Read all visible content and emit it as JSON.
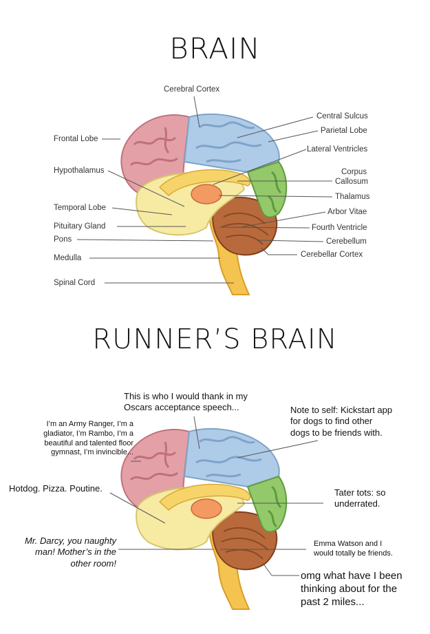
{
  "diagram_1": {
    "title": "BRAIN",
    "labels": {
      "cerebral_cortex": "Cerebral Cortex",
      "frontal_lobe": "Frontal Lobe",
      "hypothalamus": "Hypothalamus",
      "temporal_lobe": "Temporal Lobe",
      "pituitary_gland": "Pituitary Gland",
      "pons": "Pons",
      "medulla": "Medulla",
      "spinal_cord": "Spinal Cord",
      "central_sulcus": "Central Sulcus",
      "parietal_lobe": "Parietal Lobe",
      "lateral_ventricles": "Lateral Ventricles",
      "corpus": "Corpus",
      "callosum": "Callosum",
      "thalamus": "Thalamus",
      "arbor_vitae": "Arbor Vitae",
      "fourth_ventricle": "Fourth Ventricle",
      "cerebellum": "Cerebellum",
      "cerebellar_cortex": "Cerebellar Cortex"
    }
  },
  "diagram_2": {
    "title": "RUNNER’S BRAIN",
    "captions": {
      "oscars": [
        "This is who I would thank in my",
        "Oscars acceptance speech..."
      ],
      "kickstart": [
        "Note to self: Kickstart app",
        "for dogs to find other",
        "dogs to be friends with."
      ],
      "army_ranger": [
        "I’m an Army Ranger, I’m a",
        "gladiator, I’m Rambo, I’m a",
        "beautiful and talented floor",
        "gymnast, I’m invincible..."
      ],
      "hotdog": "Hotdog. Pizza. Poutine.",
      "tater_tots": [
        "Tater tots: so",
        "underrated."
      ],
      "darcy": [
        "Mr. Darcy, you naughty",
        "man! Mother’s in the",
        "other room!"
      ],
      "emma_watson": [
        "Emma Watson and I",
        "would totally be friends."
      ],
      "omg": [
        "omg what have I been",
        "thinking about for the",
        "past 2 miles..."
      ]
    }
  },
  "colors": {
    "frontal": "#e3a1a7",
    "parietal": "#aecbe8",
    "occipital": "#93c96a",
    "temporal": "#f7eba4",
    "cerebellum": "#b86a3c",
    "brainstem": "#f4c350",
    "thalamus": "#f29a62",
    "leader": "#555555"
  }
}
